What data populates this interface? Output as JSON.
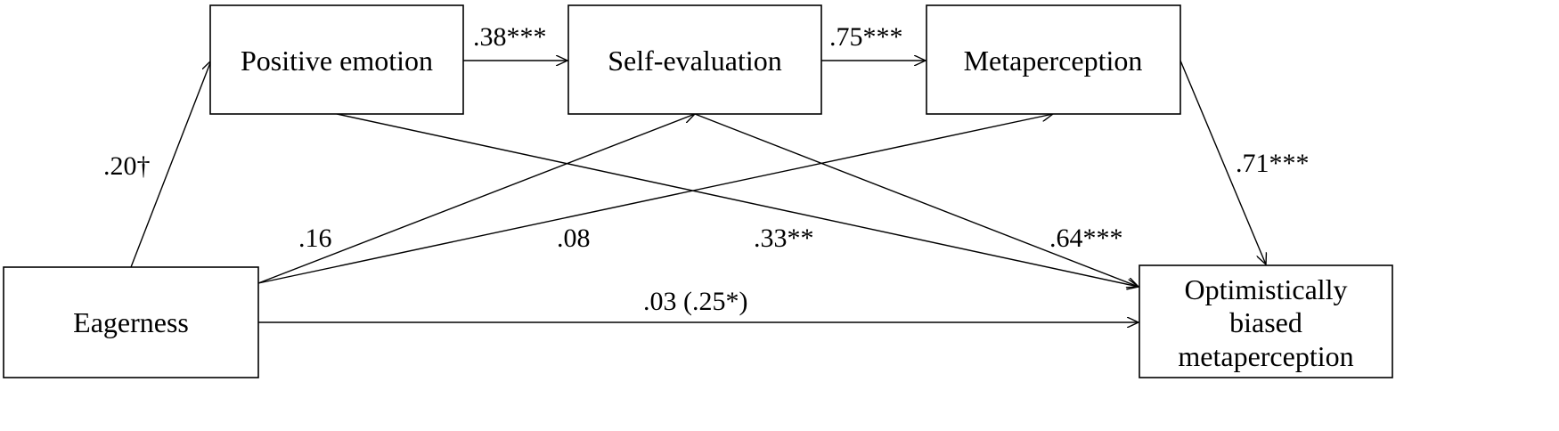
{
  "nodes": {
    "positive_emotion": {
      "label": "Positive emotion"
    },
    "self_evaluation": {
      "label": "Self-evaluation"
    },
    "metaperception": {
      "label": "Metaperception"
    },
    "eagerness": {
      "label": "Eagerness"
    },
    "optimistically_biased_metaperception": {
      "label_lines": [
        "Optimistically",
        "biased",
        "metaperception"
      ]
    }
  },
  "paths": {
    "eagerness_to_positive_emotion": ".20†",
    "positive_emotion_to_self_evaluation": ".38***",
    "self_evaluation_to_metaperception": ".75***",
    "metaperception_to_outcome": ".71***",
    "eagerness_to_self_evaluation": ".16",
    "eagerness_to_metaperception": ".08",
    "positive_emotion_to_outcome": ".33**",
    "self_evaluation_to_outcome": ".64***",
    "eagerness_to_outcome": ".03 (.25*)"
  },
  "colors": {
    "stroke": "#000000",
    "background": "#ffffff"
  }
}
